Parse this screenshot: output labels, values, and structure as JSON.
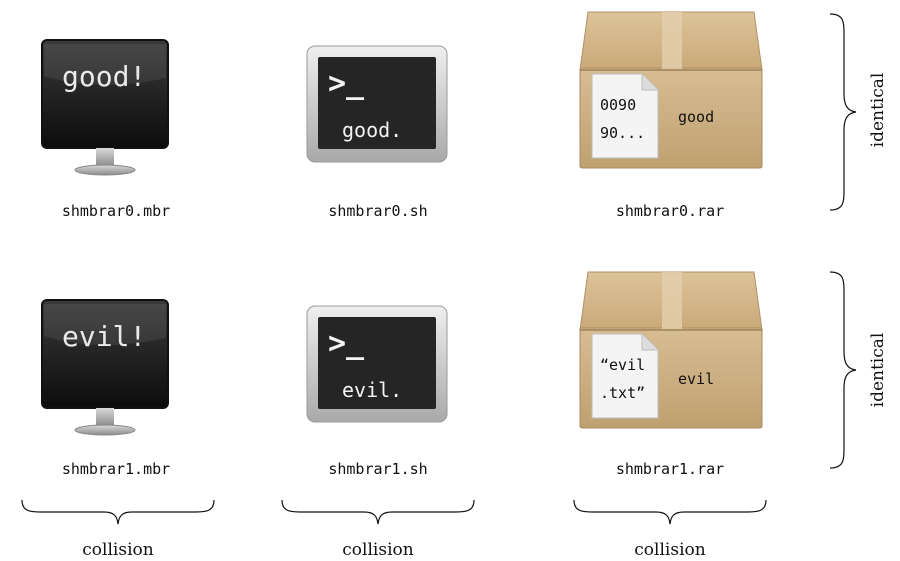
{
  "rows": [
    {
      "monitor_text": "good!",
      "terminal_prompt": ">_",
      "terminal_text": "good.",
      "archive_file_line1": "0090",
      "archive_file_line2": "90...",
      "archive_text": "good",
      "files": [
        "shmbrar0.mbr",
        "shmbrar0.sh",
        "shmbrar0.rar"
      ],
      "brace_label": "identical"
    },
    {
      "monitor_text": "evil!",
      "terminal_prompt": ">_",
      "terminal_text": "evil.",
      "archive_file_line1": "“evil",
      "archive_file_line2": ".txt”",
      "archive_text": "evil",
      "files": [
        "shmbrar1.mbr",
        "shmbrar1.sh",
        "shmbrar1.rar"
      ],
      "brace_label": "identical"
    }
  ],
  "columns": [
    {
      "label": "collision"
    },
    {
      "label": "collision"
    },
    {
      "label": "collision"
    }
  ],
  "colors": {
    "screen": "#1e1e1e",
    "box": "#c9a878",
    "text": "#111111"
  }
}
